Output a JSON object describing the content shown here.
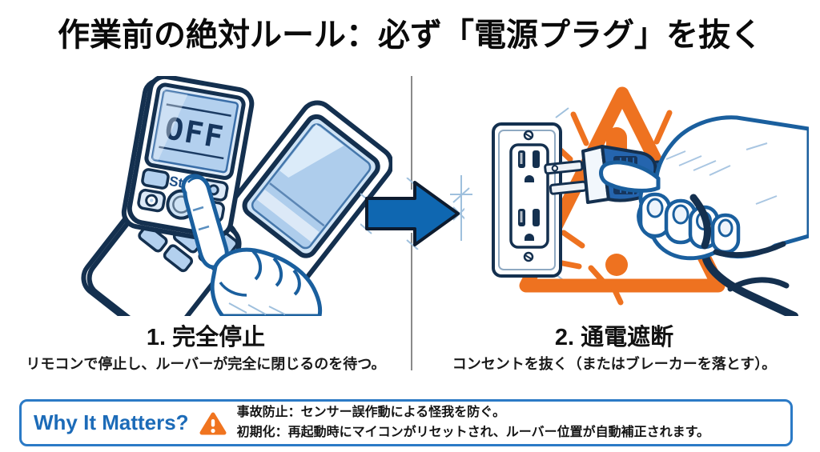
{
  "title": "作業前の絶対ルール：必ず「電源プラグ」を抜く",
  "steps": [
    {
      "heading": "1. 完全停止",
      "description": "リモコンで停止し、ルーバーが完全に閉じるのを待つ。",
      "illustration": {
        "name": "remote-control-off",
        "display_text": "OFF",
        "button_label": "Stop"
      }
    },
    {
      "heading": "2. 通電遮断",
      "description": "コンセントを抜く（またはブレーカーを落とす）。",
      "illustration": {
        "name": "unplug-outlet-warning"
      }
    }
  ],
  "arrow": {
    "icon": "right-arrow"
  },
  "footer": {
    "label": "Why It Matters?",
    "icon": "warning-triangle",
    "lines": [
      "事故防止：センサー誤作動による怪我を防ぐ。",
      "初期化：再起動時にマイコンがリセットされ、ルーバー位置が自動補正されます。"
    ]
  },
  "colors": {
    "accent_blue": "#0f67b1",
    "outline_navy": "#14304f",
    "warning_orange": "#f0741f",
    "divider_gray": "#8a8a8a",
    "footer_border": "#2b7ac6",
    "footer_label": "#1c6bb8"
  }
}
